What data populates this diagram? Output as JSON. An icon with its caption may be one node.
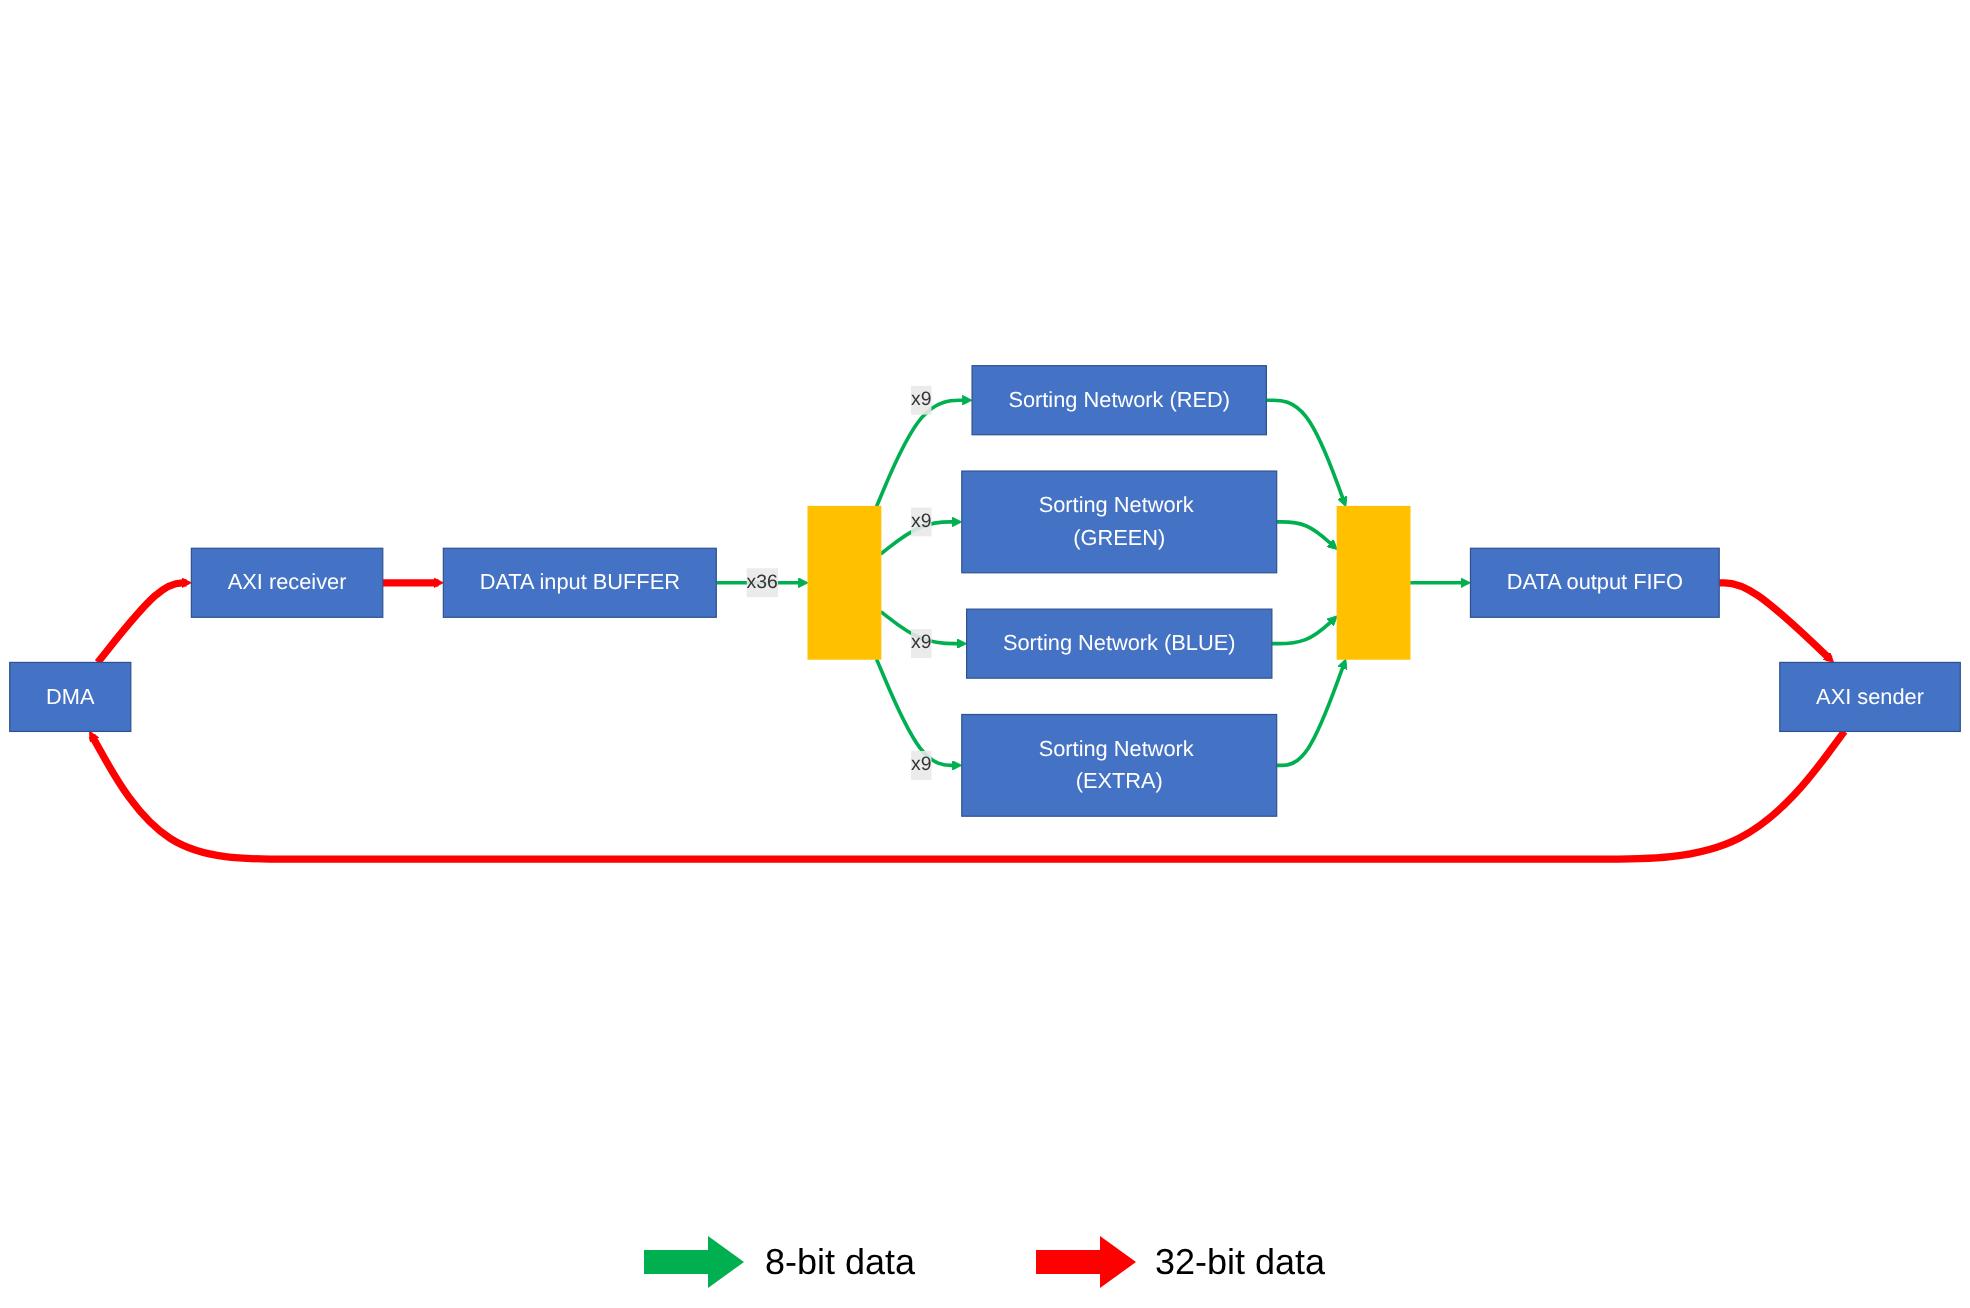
{
  "diagram": {
    "nodes": [
      {
        "text": [
          "DMA"
        ]
      },
      {
        "text": [
          "AXI receiver"
        ]
      },
      {
        "text": [
          "DATA input BUFFER"
        ]
      },
      {
        "text": [],
        "shape": "bar"
      },
      {
        "text": [
          "Sorting Network (RED)"
        ]
      },
      {
        "text": [
          "Sorting Network (GREEN)"
        ]
      },
      {
        "text": [
          "Sorting Network (BLUE)"
        ]
      },
      {
        "text": [
          "Sorting Network (EXTRA)"
        ]
      },
      {
        "text": [],
        "shape": "bar"
      },
      {
        "text": [
          "AXI sender"
        ]
      },
      {
        "text": [
          "DATA output FIFO"
        ]
      }
    ],
    "edges": [
      {
        "from": 0,
        "to": 1,
        "arrow": "to",
        "style": "thick",
        "color": "#ff0000"
      },
      {
        "from": 1,
        "to": 2,
        "arrow": "to",
        "style": "thick",
        "color": "#ff0000"
      },
      {
        "from": 2,
        "to": 3,
        "arrow": "to",
        "label": "x36"
      },
      {
        "from": 3,
        "to": 4,
        "arrow": "to",
        "label": "x9"
      },
      {
        "from": 3,
        "to": 5,
        "arrow": "to",
        "label": "x9"
      },
      {
        "from": 3,
        "to": 6,
        "arrow": "to",
        "label": "x9"
      },
      {
        "from": 3,
        "to": 7,
        "arrow": "to",
        "label": "x9"
      },
      {
        "from": 4,
        "to": 8,
        "arrow": "to"
      },
      {
        "from": 5,
        "to": 8,
        "arrow": "to"
      },
      {
        "from": 6,
        "to": 8,
        "arrow": "to"
      },
      {
        "from": 7,
        "to": 8,
        "arrow": "to"
      },
      {
        "from": 8,
        "to": 10,
        "arrow": "to"
      },
      {
        "from": 10,
        "to": 9,
        "arrow": "to",
        "style": "thick",
        "color": "#ff0000"
      },
      {
        "from": 9,
        "to": 0,
        "arrow": "to",
        "style": "thick",
        "color": "#ff0000"
      }
    ],
    "legend": [
      {
        "text": "8-bit data",
        "color": "#00b050"
      },
      {
        "text": "32-bit data",
        "color": "#ff0000"
      }
    ]
  }
}
